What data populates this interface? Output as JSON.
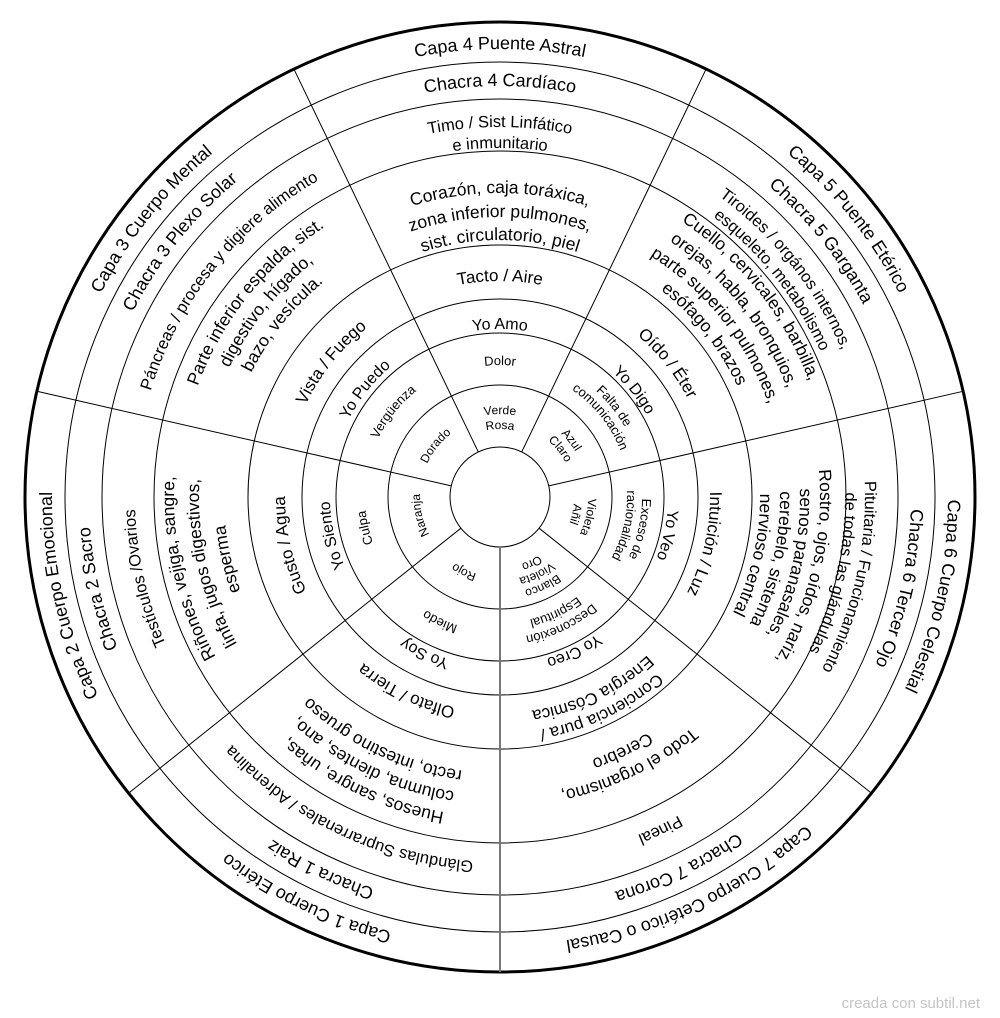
{
  "sectors": [
    {
      "layer": [
        "Capa 1 Cuerpo Etérico"
      ],
      "chakra": [
        "Chacra 1 Raiz"
      ],
      "gland": [
        "Glándulas Suprarrenales / Adrenalina"
      ],
      "organs": [
        "Huesos, sangre, uñas,",
        "columna, dientes, ano,",
        "recto, intestino grueso"
      ],
      "sense": [
        "Olfato / Tierra"
      ],
      "affirmation": [
        "Yo Soy"
      ],
      "emotion": [
        "Miedo"
      ],
      "colors": [
        "Rojo"
      ]
    },
    {
      "layer": [
        "Capa 2 Cuerpo Emocional"
      ],
      "chakra": [
        "Chacra 2 Sacro"
      ],
      "gland": [
        "Testículos /Ovarios"
      ],
      "organs": [
        "Riñones, vejiga, sangre,",
        "linfa, jugos digestivos,",
        "esperma"
      ],
      "sense": [
        "Gusto / Agua"
      ],
      "affirmation": [
        "Yo Siento"
      ],
      "emotion": [
        "Culpa"
      ],
      "colors": [
        "Naranja"
      ]
    },
    {
      "layer": [
        "Capa 3 Cuerpo Mental"
      ],
      "chakra": [
        "Chacra 3 Plexo Solar"
      ],
      "gland": [
        "Páncreas / procesa y digiere alimento"
      ],
      "organs": [
        "Parte inferior espalda, sist.",
        "digestivo, hígado,",
        "bazo, vesícula."
      ],
      "sense": [
        "Vista / Fuego"
      ],
      "affirmation": [
        "Yo Puedo"
      ],
      "emotion": [
        "Vergüenza"
      ],
      "colors": [
        "Dorado"
      ]
    },
    {
      "layer": [
        "Capa 4 Puente Astral"
      ],
      "chakra": [
        "Chacra 4 Cardíaco"
      ],
      "gland": [
        "Timo / Sist Linfático",
        "e inmunitario"
      ],
      "organs": [
        "Corazón, caja toráxica,",
        "zona inferior pulmones,",
        "sist. circulatorio, piel"
      ],
      "sense": [
        "Tacto / Aire"
      ],
      "affirmation": [
        "Yo Amo"
      ],
      "emotion": [
        "Dolor"
      ],
      "colors": [
        "Verde",
        "Rosa"
      ]
    },
    {
      "layer": [
        "Capa 5 Puente Etérico"
      ],
      "chakra": [
        "Chacra 5 Garganta"
      ],
      "gland": [
        "Tiroides / orgános internos,",
        "esqueleto, metabolismo"
      ],
      "organs": [
        "Cuello, cervicales, barbilla,",
        "orejas, habla, bronquios,",
        "parte superior pulmones,",
        "esófago, brazos"
      ],
      "sense": [
        "Oído / Éter"
      ],
      "affirmation": [
        "Yo Digo"
      ],
      "emotion": [
        "Falta de",
        "comunicación"
      ],
      "colors": [
        "Azul",
        "Claro"
      ]
    },
    {
      "layer": [
        "Capa 6 Cuerpo Celestial"
      ],
      "chakra": [
        "Chacra 6 Tercer Ojo"
      ],
      "gland": [
        "Pituitaria / Funcionamiento",
        "de todas las glándulas"
      ],
      "organs": [
        "Rostro, ojos, oídos, nariz,",
        "senos paranasales,",
        "cerebelo, sistema",
        "nervioso  central"
      ],
      "sense": [
        "Intuición / Luz"
      ],
      "affirmation": [
        "Yo Veo"
      ],
      "emotion": [
        "Exceso de",
        "racionalidad"
      ],
      "colors": [
        "Violeta",
        "Añil"
      ]
    },
    {
      "layer": [
        "Capa 7 Cuerpo Cetérico  o Causal"
      ],
      "chakra": [
        "Chacra 7 Corona"
      ],
      "gland": [
        "Pineal"
      ],
      "organs": [
        "Todo el organismo,",
        "Cerebro"
      ],
      "sense": [
        "Conciencia pura /",
        "Energía Cósmica"
      ],
      "affirmation": [
        "Yo Creo"
      ],
      "emotion": [
        "Desconexión",
        "Espiritual"
      ],
      "colors": [
        "Blanco",
        "Violeta",
        "Oro"
      ]
    }
  ],
  "watermark": "creada con subtil.net"
}
